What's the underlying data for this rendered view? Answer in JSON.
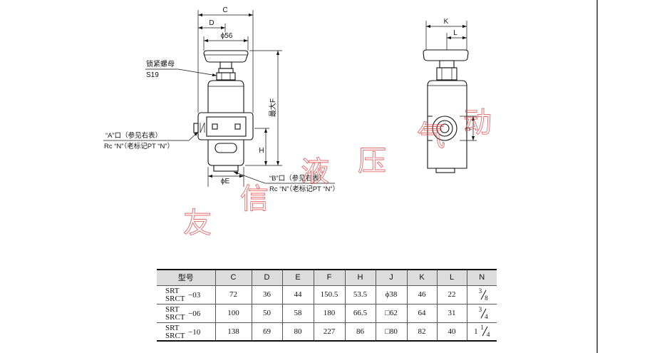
{
  "front_view": {
    "dim_c": "C",
    "dim_d": "D",
    "dim_phi56": "ϕ56",
    "lock_nut_label": "锁紧螺母",
    "lock_nut_size": "S19",
    "dim_max_f": "最大F",
    "dim_h": "H",
    "dim_phi_e": "ϕE",
    "port_a_label": "“A”口（参见右表）",
    "port_a_thread": "Rc “N”（老标记PT “N”）",
    "port_b_label": "“B”口（参见右表）",
    "port_b_thread": "Rc “N”（老标记PT “N”）"
  },
  "side_view": {
    "dim_k": "K",
    "dim_l": "L",
    "dim_j": "J"
  },
  "watermark": [
    "友",
    "信",
    "液",
    "压",
    "气",
    "动"
  ],
  "watermark_color": "#e05050",
  "table": {
    "header_bg": "#dcdcdc",
    "headers": [
      "型号",
      "C",
      "D",
      "E",
      "F",
      "H",
      "J",
      "K",
      "L",
      "N"
    ],
    "rows": [
      {
        "series": [
          "SRT",
          "SRCT"
        ],
        "size": "−03",
        "cells": [
          "72",
          "36",
          "44",
          "150.5",
          "53.5",
          "ϕ38",
          "46",
          "22"
        ],
        "n": {
          "whole": "",
          "num": "3",
          "den": "8"
        }
      },
      {
        "series": [
          "SRT",
          "SRCT"
        ],
        "size": "−06",
        "cells": [
          "100",
          "50",
          "58",
          "180",
          "66.5",
          "□62",
          "64",
          "31"
        ],
        "n": {
          "whole": "",
          "num": "3",
          "den": "4"
        }
      },
      {
        "series": [
          "SRT",
          "SRCT"
        ],
        "size": "−10",
        "cells": [
          "138",
          "69",
          "80",
          "227",
          "86",
          "□80",
          "82",
          "40"
        ],
        "n": {
          "whole": "1",
          "num": "1",
          "den": "4"
        }
      }
    ]
  }
}
